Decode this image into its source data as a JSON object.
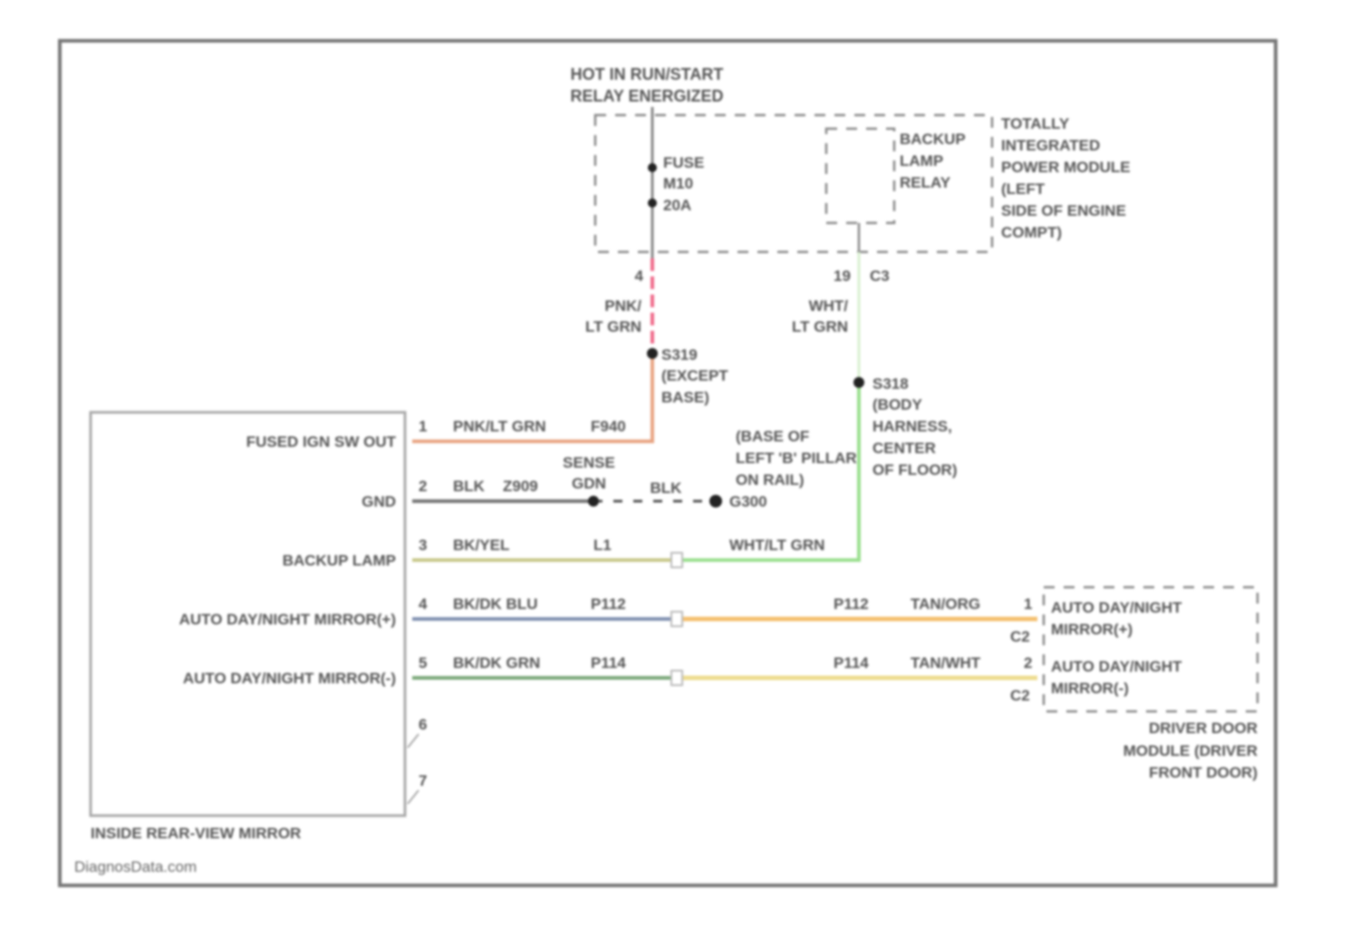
{
  "header": {
    "line1": "HOT IN RUN/START",
    "line2": "RELAY ENERGIZED"
  },
  "tipm": {
    "fuse": [
      "FUSE",
      "M10",
      "20A"
    ],
    "relay": [
      "BACKUP",
      "LAMP",
      "RELAY"
    ],
    "label": [
      "TOTALLY",
      "INTEGRATED",
      "POWER MODULE",
      "(LEFT",
      "SIDE OF ENGINE",
      "COMPT)"
    ],
    "pin_fuse": "4",
    "pin_relay": "19",
    "connector": "C3"
  },
  "wires_top": {
    "fuse_wire": [
      "PNK/",
      "LT GRN"
    ],
    "relay_wire": [
      "WHT/",
      "LT GRN"
    ]
  },
  "splices": {
    "s319": [
      "S319",
      "(EXCEPT",
      "BASE)"
    ],
    "s318": [
      "S318",
      "(BODY",
      "HARNESS,",
      "CENTER",
      "OF FLOOR)"
    ],
    "ground": [
      "(BASE OF",
      "LEFT 'B' PILLAR",
      "ON RAIL)"
    ],
    "ground_id": "G300",
    "sense": [
      "SENSE",
      "GDN"
    ],
    "ground_wire": "BLK"
  },
  "mirror": {
    "title": "INSIDE REAR-VIEW MIRROR",
    "pins": [
      {
        "num": "1",
        "label": "FUSED IGN SW OUT",
        "color": "PNK/LT GRN",
        "circuit": "F940"
      },
      {
        "num": "2",
        "label": "GND",
        "color": "BLK",
        "circuit": "Z909"
      },
      {
        "num": "3",
        "label": "BACKUP LAMP",
        "color": "BK/YEL",
        "circuit": "L1"
      },
      {
        "num": "4",
        "label": "AUTO DAY/NIGHT MIRROR(+)",
        "color": "BK/DK BLU",
        "circuit": "P112"
      },
      {
        "num": "5",
        "label": "AUTO DAY/NIGHT MIRROR(-)",
        "color": "BK/DK GRN",
        "circuit": "P114"
      }
    ],
    "unused_pins": [
      "6",
      "7"
    ]
  },
  "backup_lamp_far": "WHT/LT GRN",
  "ddm": {
    "rows": [
      {
        "circuit": "P112",
        "color": "TAN/ORG",
        "pin": "1",
        "connector": "C2",
        "label": [
          "AUTO DAY/NIGHT",
          "MIRROR(+)"
        ]
      },
      {
        "circuit": "P114",
        "color": "TAN/WHT",
        "pin": "2",
        "connector": "C2",
        "label": [
          "AUTO DAY/NIGHT",
          "MIRROR(-)"
        ]
      }
    ],
    "title": [
      "DRIVER DOOR",
      "MODULE (DRIVER",
      "FRONT DOOR)"
    ]
  },
  "watermark": "DiagnosData.com",
  "colors": {
    "pink": "#f06a8a",
    "pnk_lt_grn": "#e8a483",
    "green": "#9adf8e",
    "black": "#777777",
    "bk_yel": "#c8c88a",
    "bk_blu": "#8090b0",
    "bk_grn": "#7aa878",
    "tan_org": "#f5c070",
    "tan_wht": "#eedc90",
    "border": "#777777"
  }
}
